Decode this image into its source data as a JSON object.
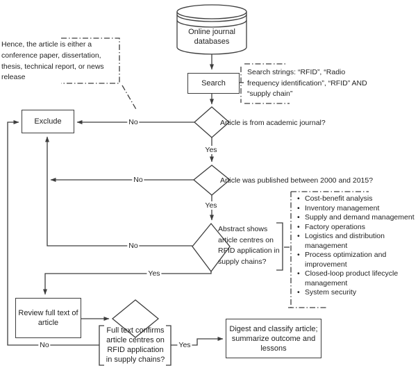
{
  "figure": {
    "type": "flowchart",
    "line_color": "#3d3d3d",
    "text_color": "#1f1f1f",
    "background": "#ffffff"
  },
  "nodes": {
    "database": {
      "lines": [
        "Online journal",
        "databases"
      ]
    },
    "search": {
      "label": "Search"
    },
    "exclude": {
      "label": "Exclude"
    },
    "decision_academic": {
      "label": "Article is from academic journal?"
    },
    "decision_published": {
      "label": "Article was published between 2000 and 2015?"
    },
    "decision_abstract": {
      "lines": [
        "Abstract shows",
        "article centres on",
        "RFID application in",
        "supply chains?"
      ]
    },
    "review": {
      "lines": [
        "Review full text of",
        "article"
      ]
    },
    "decision_fulltext": {
      "lines": [
        "Full text confirms",
        "article centres on",
        "RFID application",
        "in supply chains?"
      ]
    },
    "digest": {
      "lines": [
        "Digest and classify article;",
        "summarize outcome and",
        "lessons"
      ]
    }
  },
  "edges": {
    "academic_no": "No",
    "academic_yes": "Yes",
    "published_no": "No",
    "published_yes": "Yes",
    "abstract_no": "No",
    "abstract_yes": "Yes",
    "fulltext_no": "No",
    "fulltext_yes": "Yes"
  },
  "annotations": {
    "hence": {
      "lines": [
        "Hence, the article is either a",
        "conference paper, dissertation,",
        "thesis, technical report, or news",
        "release"
      ]
    },
    "search_strings": {
      "lines": [
        "Search strings: “RFID”, “Radio",
        "frequency identification”, “RFID” AND",
        "“supply chain”"
      ]
    },
    "topics": {
      "items": [
        "Cost-benefit analysis",
        "Inventory management",
        "Supply and demand management",
        "Factory operations",
        "Logistics and distribution management",
        "Process optimization and improvement",
        "Closed-loop product lifecycle management",
        "System security"
      ]
    }
  }
}
